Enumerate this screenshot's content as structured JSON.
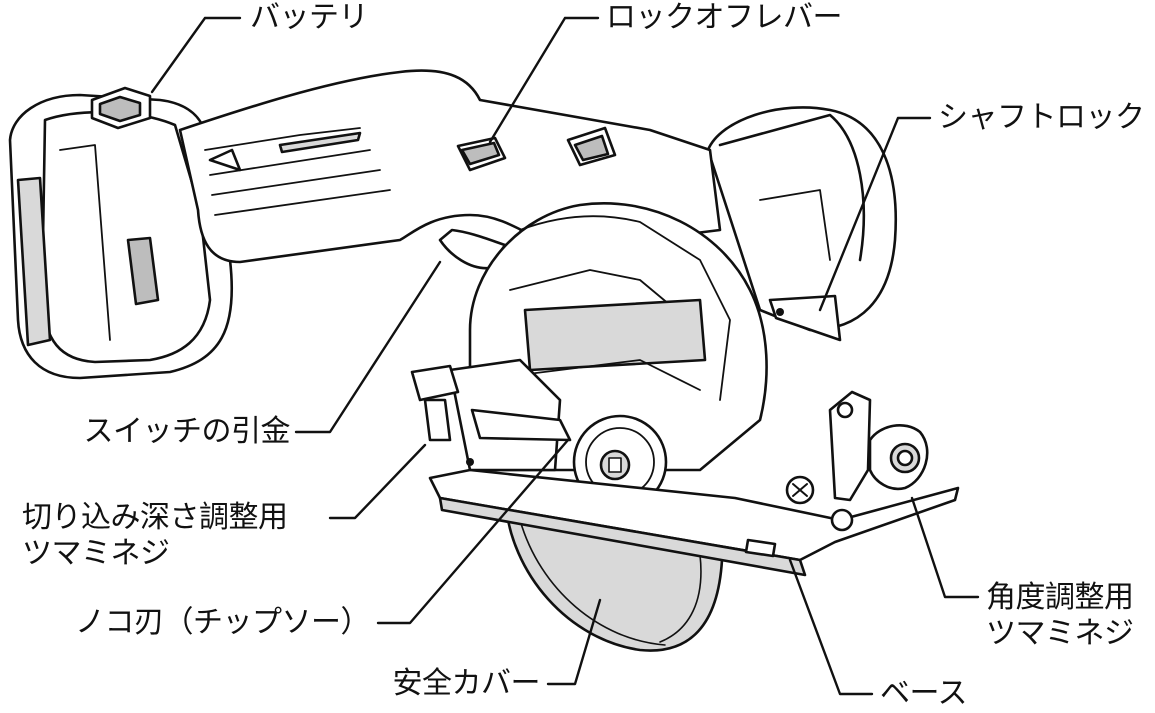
{
  "diagram": {
    "labels": {
      "battery": "バッテリ",
      "lock_off_lever": "ロックオフレバー",
      "shaft_lock": "シャフトロック",
      "switch_trigger": "スイッチの引金",
      "depth_knob_line1": "切り込み深さ調整用",
      "depth_knob_line2": "ツマミネジ",
      "saw_blade": "ノコ刃（チップソー）",
      "safety_cover": "安全カバー",
      "angle_knob_line1": "角度調整用",
      "angle_knob_line2": "ツマミネジ",
      "base": "ベース"
    },
    "colors": {
      "ink": "#111111",
      "body_fill": "#ffffff",
      "shade": "#d9d9d9",
      "dark_shade": "#bdbdbd"
    }
  }
}
